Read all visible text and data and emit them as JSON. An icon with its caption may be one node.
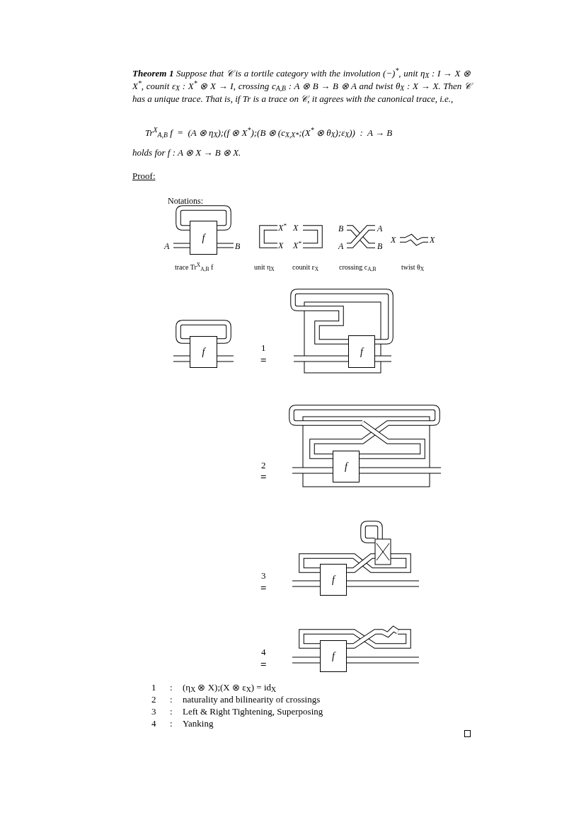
{
  "diagram": {
    "nodes": [
      {
        "text": [
          "f"
        ]
      },
      {
        "text": [
          "f"
        ]
      },
      {
        "text": [
          "f"
        ]
      },
      {
        "text": [
          "f"
        ]
      },
      {
        "text": [
          "f"
        ]
      },
      {
        "text": [
          "f"
        ]
      }
    ],
    "labels": [
      "**Theorem 1** Suppose that 𝒞 is a tortile category with the involution (−)$^{*}$, unit η$_{X}$ : I → X ⊗ X$^{*}$, counit ε$_{X}$ : X$^{*}$ ⊗ X → I, crossing c$_{A,B}$ : A ⊗ B → B ⊗ A and twist θ$_{X}$ : X → X. Then 𝒞 has a unique trace. That is, if Tr is a trace on 𝒞, it agrees with the canonical trace, i.e.,",
      "Tr$^{X}$$_{A,B}$ f  =  (A ⊗ η$_{X}$);(f ⊗ X$^{*}$);(B ⊗ (c$_{X,X*}$;(X$^{*}$ ⊗ θ$_{X}$);ε$_{X}$))  :  A → B",
      "holds for f : A ⊗ X → B ⊗ X.",
      "Proof:",
      "Notations:",
      "A",
      "B",
      "X$^{*}$",
      "X",
      "X",
      "X$^{*}$",
      "B",
      "A",
      "A",
      "B",
      "X",
      "X",
      "trace Tr$^{X}$$_{A,B}$ f",
      "unit η$_{X}$",
      "counit ε$_{X}$",
      "crossing c$_{A,B}$",
      "twist θ$_{X}$",
      "1",
      "=",
      "2",
      "=",
      "3",
      "=",
      "4",
      "=",
      "1",
      ":",
      "(η$_{X}$ ⊗ X);(X ⊗ ε$_{X}$) = id$_{X}$",
      "2",
      ":",
      "naturality and bilinearity of crossings",
      "3",
      ":",
      "Left & Right Tightening, Superposing",
      "4",
      ":",
      "Yanking"
    ]
  }
}
